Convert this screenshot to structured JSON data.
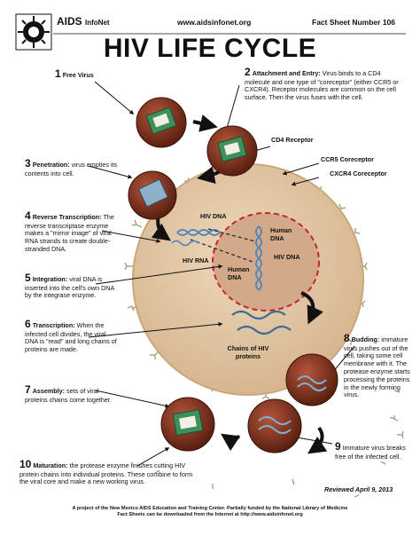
{
  "header": {
    "org_name": "AIDS",
    "org_sub": "InfoNet",
    "website": "www.aidsinfonet.org",
    "fact_sheet": "Fact Sheet Number 106",
    "title": "HIV LIFE CYCLE"
  },
  "steps": [
    {
      "num": "1",
      "label": "Free Virus",
      "text": ""
    },
    {
      "num": "2",
      "label": "Attachment and Entry:",
      "text": " Virus binds to a CD4 molecule and one type of \"coreceptor\" (either CCR5 or CXCR4). Receptor molecules are common on the cell surface. Then the virus fuses with the cell."
    },
    {
      "num": "3",
      "label": "Penetration:",
      "text": " virus empties its contents into cell."
    },
    {
      "num": "4",
      "label": "Reverse Transcription:",
      "text": " The reverse transcriptase enzyme makes a \"mirror image\" of viral RNA strands to create double-stranded DNA."
    },
    {
      "num": "5",
      "label": "Integration:",
      "text": " viral DNA is inserted into the cell's own DNA by the integrase enzyme."
    },
    {
      "num": "6",
      "label": "Transcription:",
      "text": " When the infected cell divides, the viral DNA is \"read\" and long chains of proteins are made."
    },
    {
      "num": "7",
      "label": "Assembly:",
      "text": " sets of viral proteins chains come together."
    },
    {
      "num": "8",
      "label": "Budding:",
      "text": " immature virus pushes out of the cell, taking some cell membrane with it. The protease enzyme starts processing the proteins in the newly forming virus."
    },
    {
      "num": "9",
      "label": "",
      "text": "Immature virus breaks free of the infected cell."
    },
    {
      "num": "10",
      "label": "Maturation:",
      "text": " the protease enzyme finishes cutting HIV protein chains into individual proteins. These combine to form the viral core and make a new working virus."
    }
  ],
  "labels": {
    "cd4_receptor": "CD4 Receptor",
    "ccr5": "CCR5 Coreceptor",
    "cxcr4": "CXCR4 Coreceptor",
    "hiv_dna_1": "HIV DNA",
    "hiv_rna": "HIV RNA",
    "human_dna_1": "Human DNA",
    "hiv_dna_2": "HIV DNA",
    "human_dna_2": "Human DNA",
    "chains": "Chains of HIV proteins"
  },
  "reviewed": "Reviewed April 9, 2013",
  "footer": {
    "line1": "A project of the New Mexico AIDS Education and Training Center. Partially funded by the National Library of Medicine",
    "line2": "Fact Sheets can be downloaded from the Internet at http://www.aidsinfonet.org"
  },
  "colors": {
    "cell_fill": "#e2c8a8",
    "nucleus_fill": "#d3a98a",
    "virus_fill": "#7a2f1a",
    "virus_core": "#3e8f5a",
    "dna_blue": "#4f86b9",
    "nucleus_dash": "#c0282b"
  }
}
